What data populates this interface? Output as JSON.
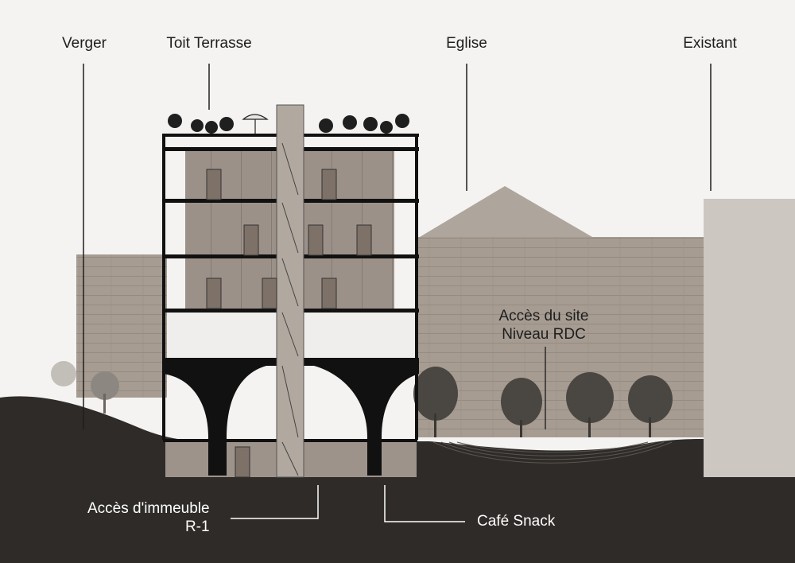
{
  "labels": {
    "verger": "Verger",
    "toit_terrasse": "Toit Terrasse",
    "eglise": "Eglise",
    "existant": "Existant",
    "acces_site_line1": "Accès du site",
    "acces_site_line2": "Niveau RDC",
    "acces_immeuble_line1": "Accès d'immeuble",
    "acces_immeuble_line2": "R-1",
    "cafe_snack": "Café Snack"
  },
  "colors": {
    "background": "#f4f3f1",
    "ground": "#2e2b28",
    "concrete": "#a89e95",
    "structure": "#111111",
    "leader_line": "#1e1e1e"
  }
}
